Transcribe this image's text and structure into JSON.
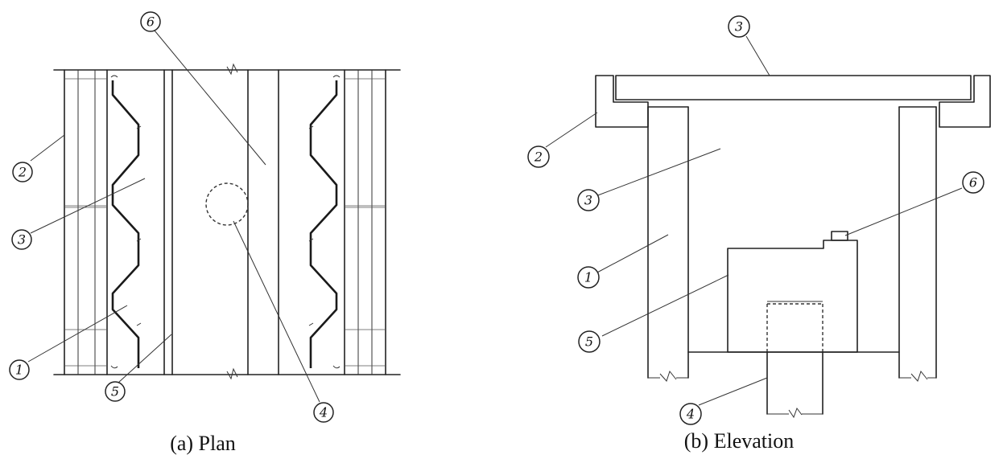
{
  "figure": {
    "plan_caption": "(a) Plan",
    "elevation_caption": "(b) Elevation"
  },
  "plan_callouts": [
    "6",
    "2",
    "3",
    "1",
    "5",
    "4"
  ],
  "elevation_callouts": [
    "3",
    "2",
    "3",
    "1",
    "6",
    "5",
    "4"
  ]
}
